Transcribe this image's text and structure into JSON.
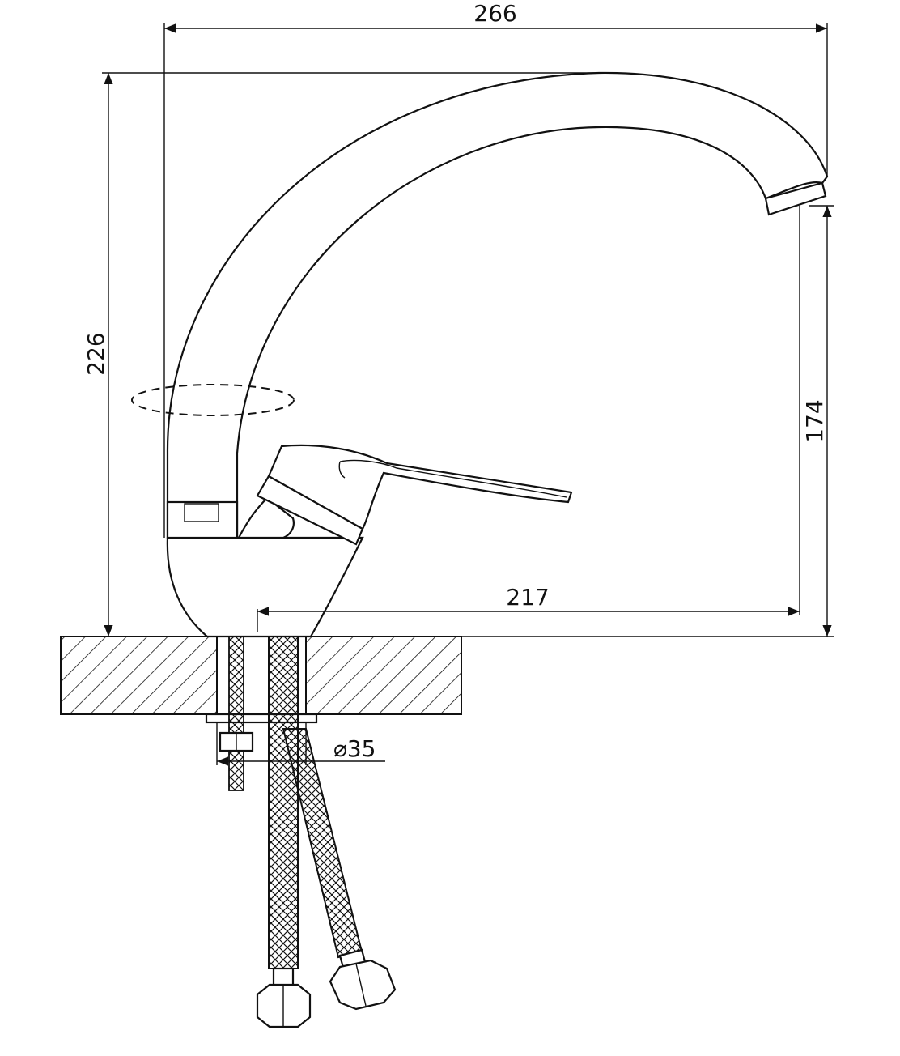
{
  "dimensions": {
    "overall_width": "266",
    "overall_height": "226",
    "spout_height": "174",
    "spout_reach": "217",
    "hole_diameter": "⌀35"
  },
  "colors": {
    "line": "#111111",
    "background": "#ffffff"
  }
}
